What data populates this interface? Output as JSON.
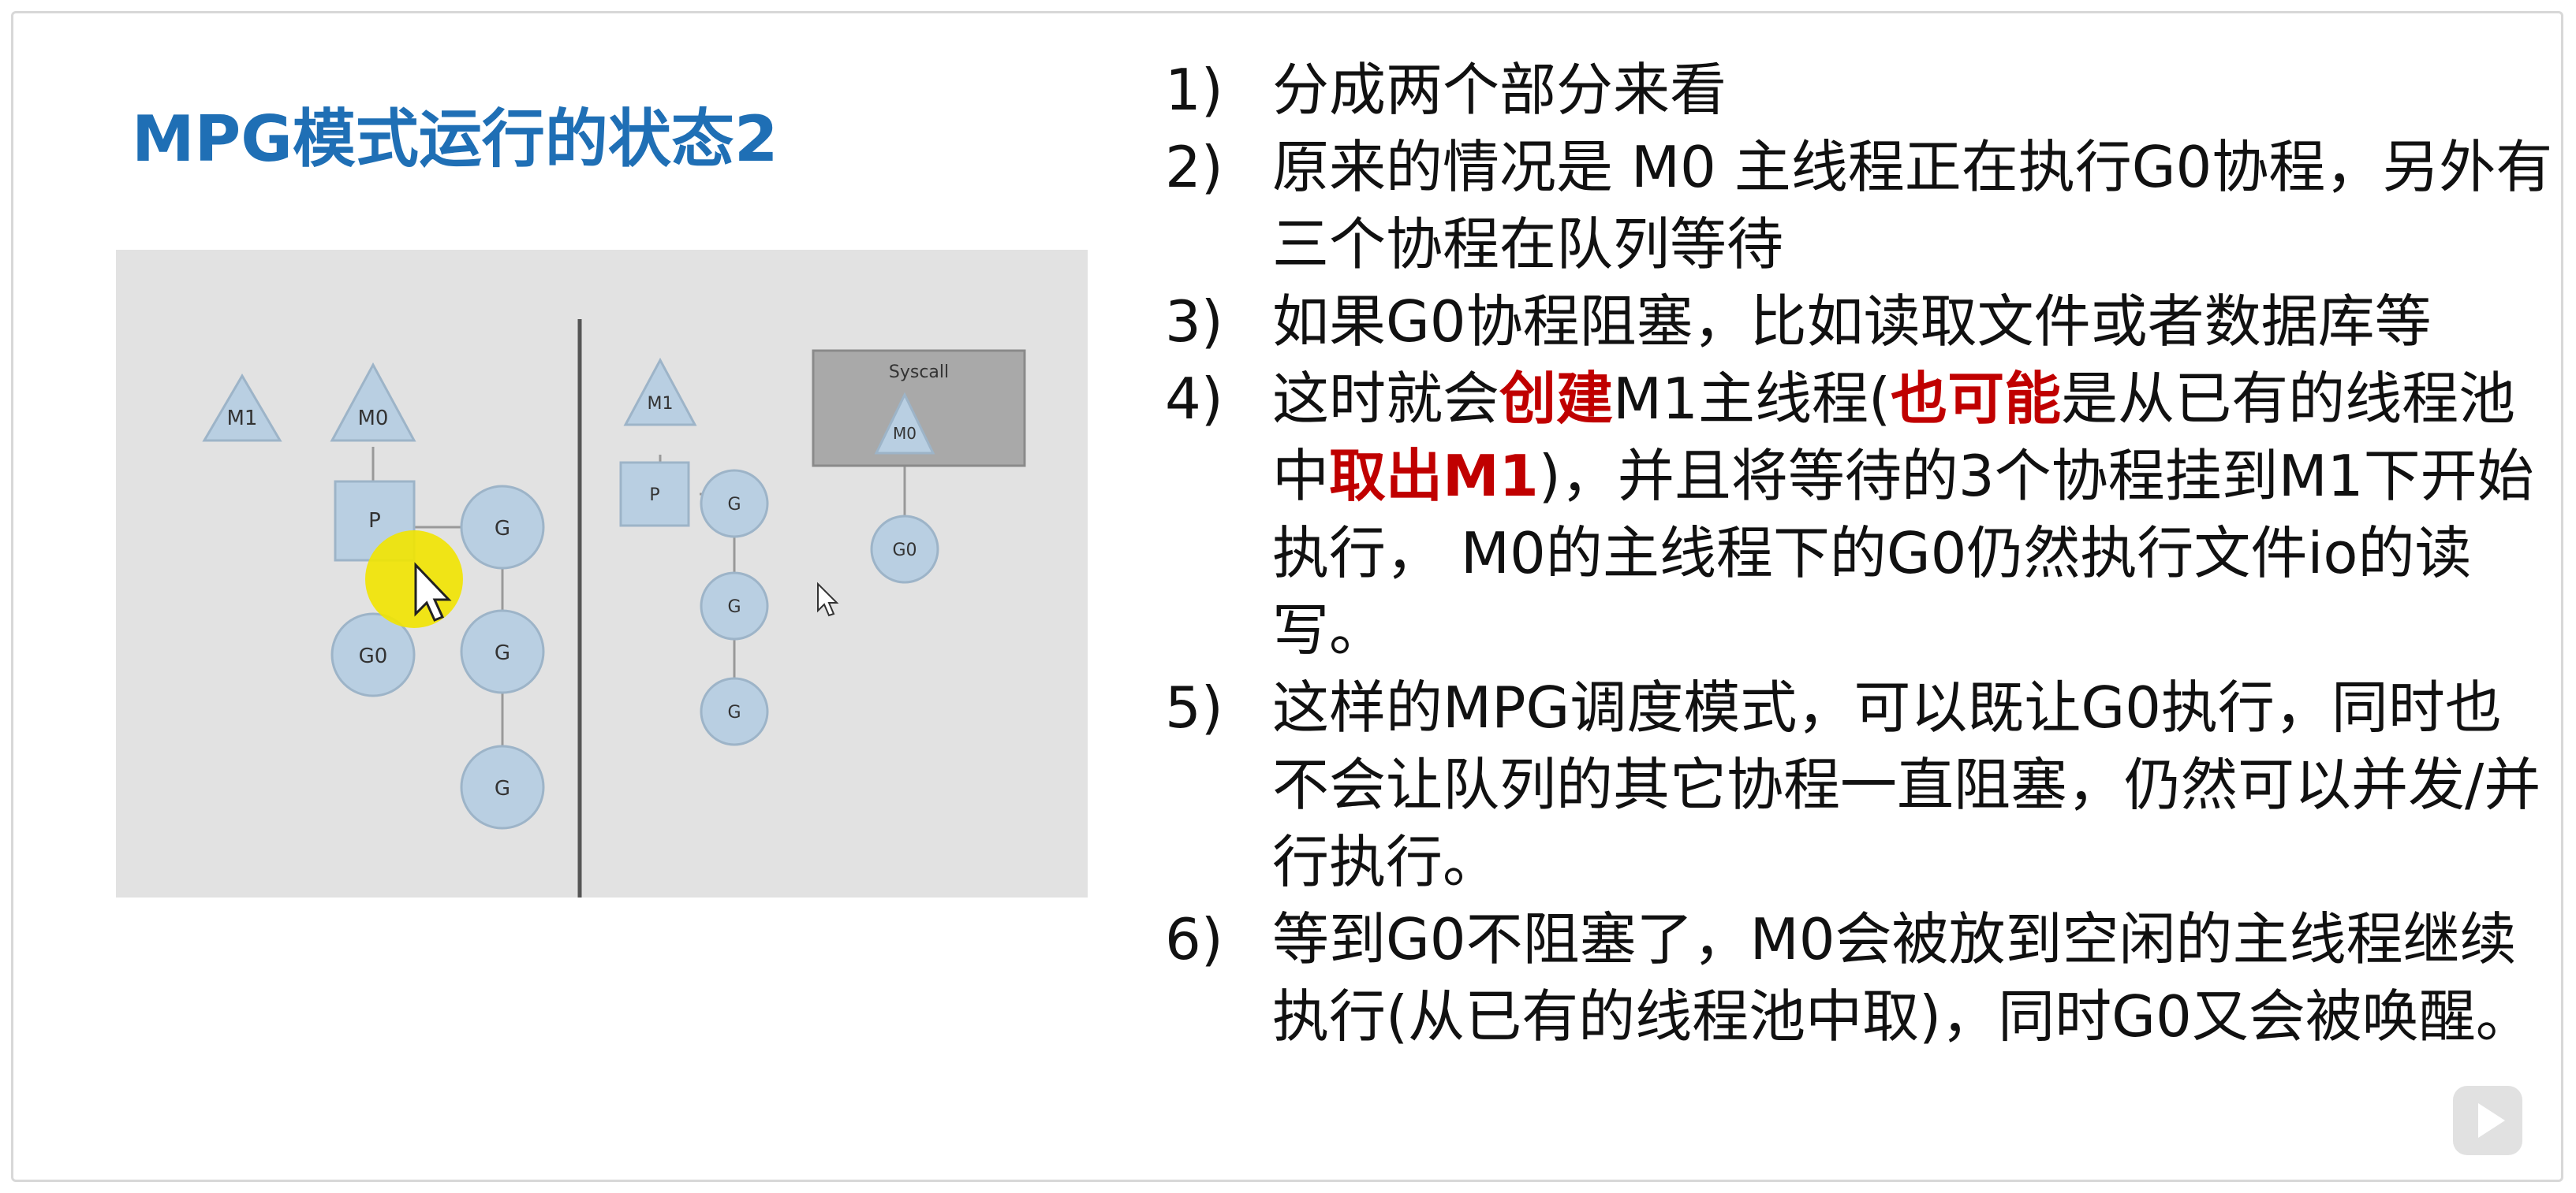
{
  "slide": {
    "title": "MPG模式运行的状态2"
  },
  "diagram": {
    "left": {
      "m1": "M1",
      "m0": "M0",
      "p": "P",
      "g0": "G0",
      "g": "G"
    },
    "right": {
      "m1": "M1",
      "p": "P",
      "syscall": "Syscall",
      "m0": "M0",
      "g0": "G0",
      "g": "G"
    }
  },
  "notes": {
    "n1": "1)",
    "t1": "分成两个部分来看",
    "n2": "2)",
    "t2": "原来的情况是 M0 主线程正在执行G0协程，另外有三个协程在队列等待",
    "n3": "3)",
    "t3": "如果G0协程阻塞，比如读取文件或者数据库等",
    "n4": "4)",
    "t4a": "这时就会",
    "t4b": "创建",
    "t4c": "M1主线程(",
    "t4d": "也可能",
    "t4e": "是从已有的线程池中",
    "t4f": "取出M1",
    "t4g": ")，并且将等待的3个协程挂到M1下开始执行， M0的主线程下的G0仍然执行文件io的读写。",
    "n5": "5)",
    "t5": "这样的MPG调度模式，可以既让G0执行，同时也不会让队列的其它协程一直阻塞，仍然可以并发/并行执行。",
    "n6": "6)",
    "t6": "等到G0不阻塞了，M0会被放到空闲的主线程继续执行(从已有的线程池中取)，同时G0又会被唤醒。"
  },
  "colors": {
    "title": "#1f6fb5",
    "emphasis": "#c00000",
    "node_fill": "#b9cfe2",
    "diagram_bg": "#e2e2e2",
    "cursor_highlight": "#f2e400"
  },
  "icons": [
    "play-icon",
    "cursor-icon"
  ]
}
